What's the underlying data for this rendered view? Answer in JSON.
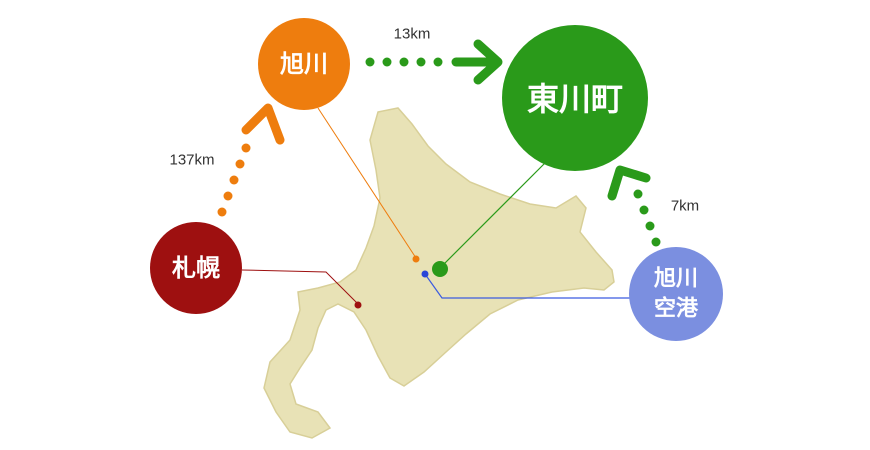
{
  "colors": {
    "asahikawa": "#ee7d0e",
    "higashikawa": "#2a9a1a",
    "sapporo": "#9e1010",
    "airport": "#7b8fe0",
    "land": "#e8e2b6",
    "land_edge": "#d8cf98"
  },
  "cities": {
    "asahikawa": {
      "label": "旭川"
    },
    "higashikawa": {
      "label": "東川町"
    },
    "sapporo": {
      "label": "札幌"
    },
    "airport": {
      "label_line1": "旭川",
      "label_line2": "空港"
    }
  },
  "routes": {
    "sapporo_asahikawa": {
      "distance": "137km"
    },
    "asahikawa_higashikawa": {
      "distance": "13km"
    },
    "airport_higashikawa": {
      "distance": "7km"
    }
  }
}
